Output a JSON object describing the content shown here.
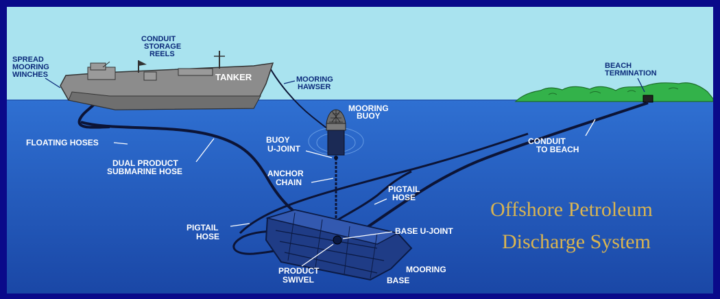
{
  "title": {
    "line1": "Offshore Petroleum",
    "line2": "Discharge System"
  },
  "labels_above_water": {
    "spread_mooring_winches": [
      "SPREAD",
      "MOORING",
      "WINCHES"
    ],
    "conduit_storage_reels": [
      "CONDUIT",
      "STORAGE",
      "REELS"
    ],
    "tanker": "TANKER",
    "mooring_hawser": [
      "MOORING",
      "HAWSER"
    ],
    "beach_termination": [
      "BEACH",
      "TERMINATION"
    ]
  },
  "labels_underwater": {
    "mooring_buoy": [
      "MOORING",
      "BUOY"
    ],
    "floating_hoses": "FLOATING HOSES",
    "dual_product_submarine_hose": [
      "DUAL PRODUCT",
      "SUBMARINE HOSE"
    ],
    "buoy_u_joint": [
      "BUOY",
      "U-JOINT"
    ],
    "anchor_chain": [
      "ANCHOR",
      "CHAIN"
    ],
    "conduit_to_beach": [
      "CONDUIT",
      "TO BEACH"
    ],
    "pigtail_hose_right": [
      "PIGTAIL",
      "HOSE"
    ],
    "pigtail_hose_left": [
      "PIGTAIL",
      "HOSE"
    ],
    "base_u_joint": "BASE U-JOINT",
    "product_swivel": [
      "PRODUCT",
      "SWIVEL"
    ],
    "mooring_base": [
      "MOORING",
      "BASE"
    ]
  },
  "colors": {
    "border": "#0a0a8a",
    "sky": "#a9e3ef",
    "sea_top": "#2f6ed0",
    "sea_bottom": "#1a48a8",
    "ship_hull": "#8c8c8c",
    "island": "#33b24a",
    "title": "#d9b451",
    "label": "#ffffff",
    "dark_label": "#0b2a7a"
  }
}
